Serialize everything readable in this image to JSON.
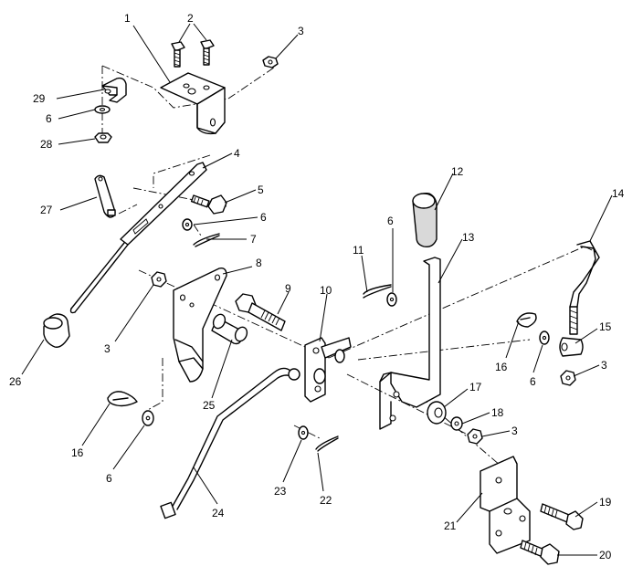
{
  "callouts": [
    {
      "id": "c1",
      "text": "1"
    },
    {
      "id": "c2",
      "text": "2"
    },
    {
      "id": "c3a",
      "text": "3"
    },
    {
      "id": "c29",
      "text": "29"
    },
    {
      "id": "c6a",
      "text": "6"
    },
    {
      "id": "c28",
      "text": "28"
    },
    {
      "id": "c4",
      "text": "4"
    },
    {
      "id": "c5",
      "text": "5"
    },
    {
      "id": "c6b",
      "text": "6"
    },
    {
      "id": "c7",
      "text": "7"
    },
    {
      "id": "c27",
      "text": "27"
    },
    {
      "id": "c12",
      "text": "12"
    },
    {
      "id": "c14",
      "text": "14"
    },
    {
      "id": "c6c",
      "text": "6"
    },
    {
      "id": "c13",
      "text": "13"
    },
    {
      "id": "c11",
      "text": "11"
    },
    {
      "id": "c8",
      "text": "8"
    },
    {
      "id": "c9",
      "text": "9"
    },
    {
      "id": "c10",
      "text": "10"
    },
    {
      "id": "c3b",
      "text": "3"
    },
    {
      "id": "c26",
      "text": "26"
    },
    {
      "id": "c15",
      "text": "15"
    },
    {
      "id": "c16a",
      "text": "16"
    },
    {
      "id": "c6d",
      "text": "6"
    },
    {
      "id": "c3c",
      "text": "3"
    },
    {
      "id": "c25",
      "text": "25"
    },
    {
      "id": "c17",
      "text": "17"
    },
    {
      "id": "c18",
      "text": "18"
    },
    {
      "id": "c3d",
      "text": "3"
    },
    {
      "id": "c16b",
      "text": "16"
    },
    {
      "id": "c6e",
      "text": "6"
    },
    {
      "id": "c24",
      "text": "24"
    },
    {
      "id": "c23",
      "text": "23"
    },
    {
      "id": "c22",
      "text": "22"
    },
    {
      "id": "c21",
      "text": "21"
    },
    {
      "id": "c19",
      "text": "19"
    },
    {
      "id": "c20",
      "text": "20"
    }
  ]
}
